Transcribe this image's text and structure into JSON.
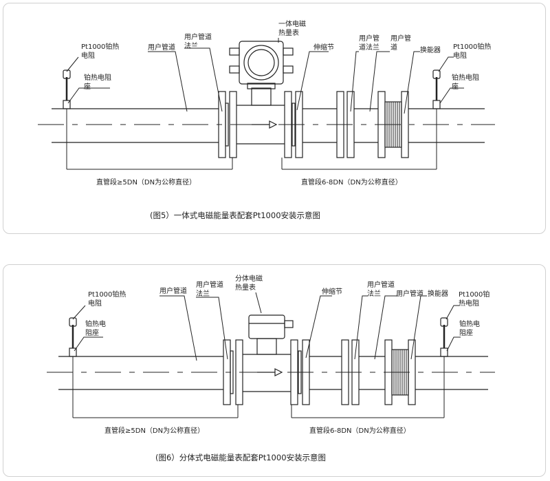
{
  "fig5": {
    "caption": "(图5）一体式电磁能量表配套Pt1000安装示意图",
    "meter_line1": "一体电磁",
    "meter_line2": "热量表",
    "pt_left_1": "Pt1000铂热",
    "pt_left_2": "电阻",
    "seat_left_1": "铂热电阻",
    "seat_left_2": "座",
    "pipe_left": "用户管道",
    "flange_left_1": "用户管道",
    "flange_left_2": "法兰",
    "expansion": "伸缩节",
    "flange_right_1": "用户管",
    "flange_right_2": "道法兰",
    "pipe_right_1": "用户管",
    "pipe_right_2": "道",
    "exchanger": "换能器",
    "pt_right_1": "Pt1000铂热",
    "pt_right_2": "电阻",
    "seat_right_1": "铂热电阻",
    "seat_right_2": "座",
    "dim_left": "直管段≥5DN（DN为公称直径）",
    "dim_right": "直管段6-8DN（DN为公称直径）"
  },
  "fig6": {
    "caption": "(图6）分体式电磁能量表配套Pt1000安装示意图",
    "meter_line1": "分体电磁",
    "meter_line2": "热量表",
    "pt_left_1": "Pt1000铂热",
    "pt_left_2": "电阻",
    "seat_left_1": "铂热电",
    "seat_left_2": "阻座",
    "pipe_left": "用户管道",
    "flange_left_1": "用户管道",
    "flange_left_2": "法兰",
    "expansion": "伸缩节",
    "flange_right_1": "用户管道",
    "flange_right_2": "法兰",
    "pipe_right": "用户管道",
    "exchanger": "换能器",
    "pt_right_1": "Pt1000铂",
    "pt_right_2": "热电阻",
    "seat_right_1": "铂热电",
    "seat_right_2": "阻座",
    "dim_left": "直管段≥5DN（DN为公称直径）",
    "dim_right": "直管段6-8DN（DN为公称直径）"
  },
  "colors": {
    "line": "#222222",
    "border": "#d0d0d0",
    "hatch": "#555555"
  }
}
